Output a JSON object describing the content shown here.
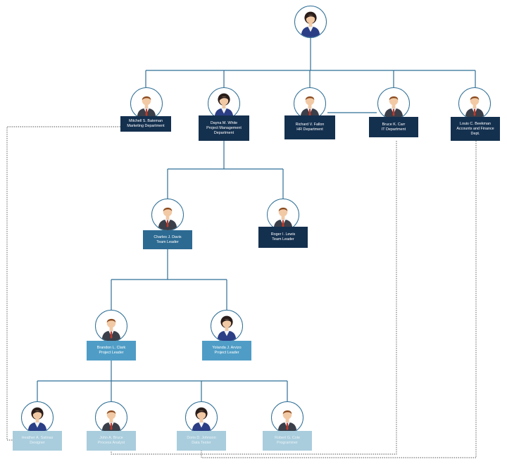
{
  "colors": {
    "connector": "#2f6f96",
    "dotted": "#555555",
    "level1_label": "#14304f",
    "level2_label": "#2c6a92",
    "level3_label": "#4f9dc6",
    "level4_label": "#a9cddd"
  },
  "chart": {
    "top": {
      "icon": "female-person-icon"
    },
    "departments": [
      {
        "name": "Mitchell S. Bateman",
        "role": "Marketing Department",
        "icon": "male-person-icon"
      },
      {
        "name": "Dayna M. White",
        "role": "Project Management Department",
        "icon": "female-person-icon"
      },
      {
        "name": "Richard V. Fallon",
        "role": "HR Department",
        "icon": "male-person-icon"
      },
      {
        "name": "Bruce K. Carr",
        "role": "IT Department",
        "icon": "male-person-icon"
      },
      {
        "name": "Louis C. Beekman",
        "role": "Accounts and Finance Dept.",
        "icon": "male-person-icon"
      }
    ],
    "team_leaders": [
      {
        "name": "Charles J. Davis",
        "role": "Team Leader",
        "icon": "male-person-icon"
      },
      {
        "name": "Roger I. Lewis",
        "role": "Team Leader",
        "icon": "male-person-icon"
      }
    ],
    "project_leaders": [
      {
        "name": "Brandon L. Clark",
        "role": "Project Leader",
        "icon": "male-person-icon"
      },
      {
        "name": "Yolanda J. Arvizo",
        "role": "Project Leader",
        "icon": "female-person-icon"
      }
    ],
    "staff": [
      {
        "name": "Heather A. Salinas",
        "role": "Designer",
        "icon": "female-person-icon"
      },
      {
        "name": "John A. Bruce",
        "role": "Process Analyst",
        "icon": "male-person-icon"
      },
      {
        "name": "Doris D. Johnson",
        "role": "Data Tester",
        "icon": "female-person-icon"
      },
      {
        "name": "Robert G. Cole",
        "role": "Programmer",
        "icon": "male-person-icon"
      }
    ]
  }
}
